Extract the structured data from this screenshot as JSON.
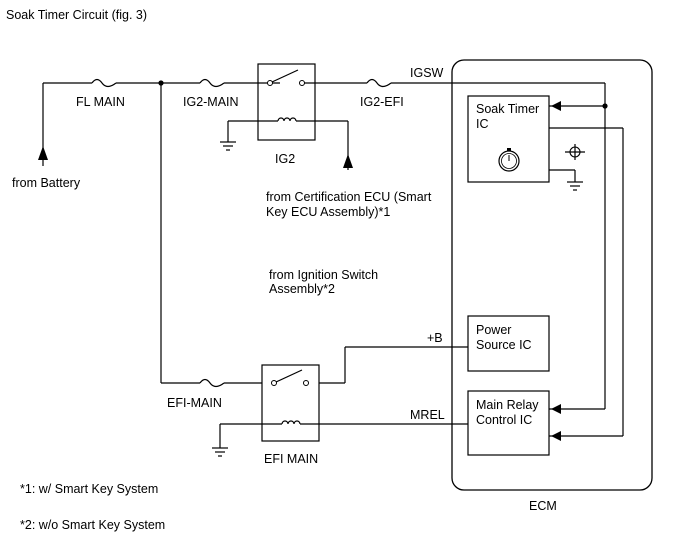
{
  "title": "Soak Timer Circuit (fig. 3)",
  "labels": {
    "fl_main": "FL MAIN",
    "ig2_main": "IG2-MAIN",
    "ig2_efi": "IG2-EFI",
    "igsw": "IGSW",
    "ig2": "IG2",
    "from_battery": "from Battery",
    "from_cert_line1": "from Certification ECU (Smart",
    "from_cert_line2": "Key ECU Assembly)*1",
    "from_ign_line1": "from Ignition Switch",
    "from_ign_line2": "Assembly*2",
    "plus_b": "+B",
    "mrel": "MREL",
    "efi_main_fuse": "EFI-MAIN",
    "efi_main_relay": "EFI MAIN",
    "soak_timer_line1": "Soak Timer",
    "soak_timer_line2": "IC",
    "power_source_line1": "Power",
    "power_source_line2": "Source IC",
    "main_relay_line1": "Main Relay",
    "main_relay_line2": "Control IC",
    "ecm": "ECM"
  },
  "footnotes": {
    "note1": "*1: w/ Smart Key System",
    "note2": "*2: w/o Smart Key System"
  },
  "icons": {
    "ground": "ground-icon",
    "timer": "timer-icon",
    "fuse": "fuse-icon",
    "relay_switch": "relay-switch-icon",
    "relay_coil": "relay-coil-icon",
    "arrow": "arrow-icon"
  }
}
